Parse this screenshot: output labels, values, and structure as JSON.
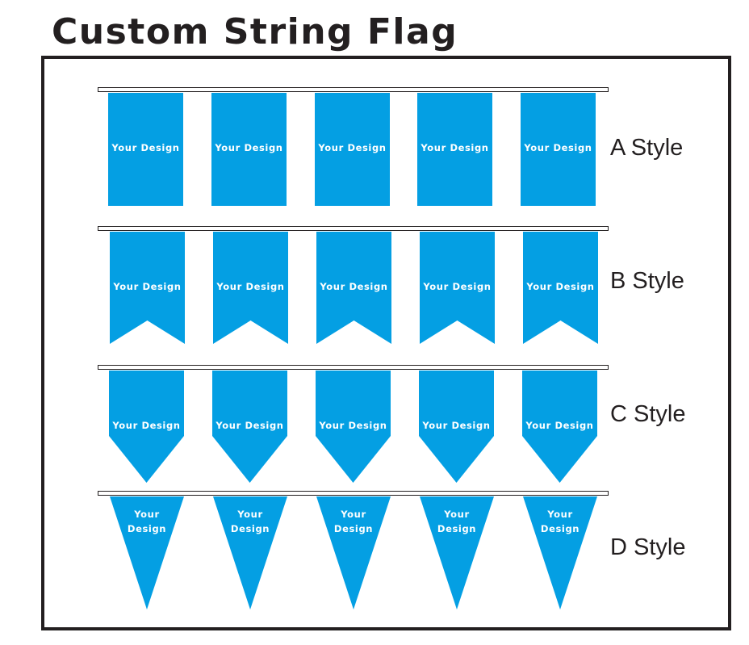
{
  "title": "Custom String Flag",
  "flag_color": "#049fe3",
  "rows": [
    {
      "style_label": "A Style",
      "shape": "rectangle",
      "flags": [
        {
          "label": "Your Design"
        },
        {
          "label": "Your Design"
        },
        {
          "label": "Your Design"
        },
        {
          "label": "Your Design"
        },
        {
          "label": "Your Design"
        }
      ]
    },
    {
      "style_label": "B Style",
      "shape": "swallowtail",
      "flags": [
        {
          "label": "Your Design"
        },
        {
          "label": "Your Design"
        },
        {
          "label": "Your Design"
        },
        {
          "label": "Your Design"
        },
        {
          "label": "Your Design"
        }
      ]
    },
    {
      "style_label": "C Style",
      "shape": "pointed",
      "flags": [
        {
          "label": "Your Design"
        },
        {
          "label": "Your Design"
        },
        {
          "label": "Your Design"
        },
        {
          "label": "Your Design"
        },
        {
          "label": "Your Design"
        }
      ]
    },
    {
      "style_label": "D Style",
      "shape": "triangle",
      "flags": [
        {
          "label": "Your\nDesign"
        },
        {
          "label": "Your\nDesign"
        },
        {
          "label": "Your\nDesign"
        },
        {
          "label": "Your\nDesign"
        },
        {
          "label": "Your\nDesign"
        }
      ]
    }
  ]
}
